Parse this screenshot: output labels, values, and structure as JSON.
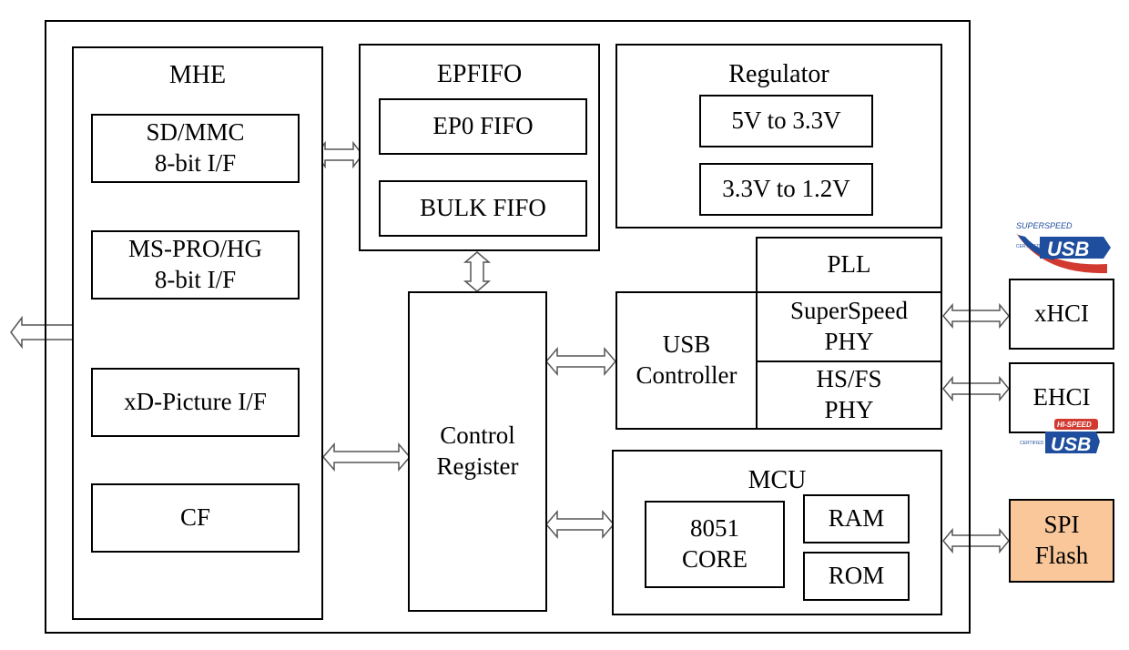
{
  "mhe": {
    "title": "MHE",
    "sd_mmc": {
      "line1": "SD/MMC",
      "line2": "8-bit I/F"
    },
    "ms_pro": {
      "line1": "MS-PRO/HG",
      "line2": "8-bit I/F"
    },
    "xd": "xD-Picture I/F",
    "cf": "CF"
  },
  "epfifo": {
    "title": "EPFIFO",
    "ep0": "EP0 FIFO",
    "bulk": "BULK FIFO"
  },
  "regulator": {
    "title": "Regulator",
    "r1": "5V to 3.3V",
    "r2": "3.3V to 1.2V"
  },
  "control_register": {
    "line1": "Control",
    "line2": "Register"
  },
  "usb_controller": {
    "line1": "USB",
    "line2": "Controller"
  },
  "pll": "PLL",
  "ss_phy": {
    "line1": "SuperSpeed",
    "line2": "PHY"
  },
  "hsfs_phy": {
    "line1": "HS/FS",
    "line2": "PHY"
  },
  "mcu": {
    "title": "MCU",
    "core_line1": "8051",
    "core_line2": "CORE",
    "ram": "RAM",
    "rom": "ROM"
  },
  "xhci": "xHCI",
  "ehci": "EHCI",
  "spi_flash": {
    "line1": "SPI",
    "line2": "Flash"
  },
  "logos": {
    "superspeed_top": "SUPERSPEED",
    "superspeed_small": "CERTIFIED",
    "superspeed_usb": "USB",
    "hispeed_top": "HI-SPEED",
    "hispeed_small": "CERTIFIED",
    "hispeed_usb": "USB"
  },
  "colors": {
    "spi_flash_fill": "#f9c79a",
    "logo_blue": "#1f4e9e",
    "logo_red": "#d23a2f"
  }
}
